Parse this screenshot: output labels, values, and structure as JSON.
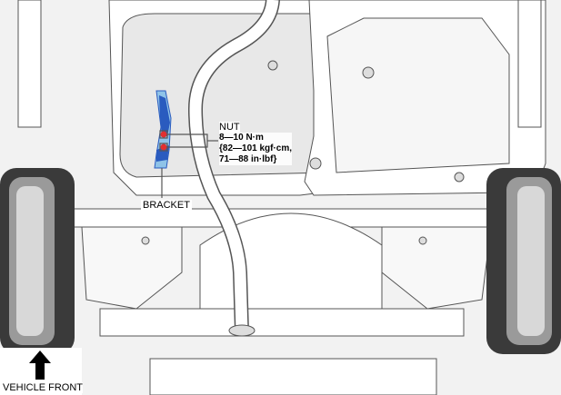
{
  "callouts": {
    "nut": {
      "label": "NUT",
      "torque_lines": [
        "8—10 N·m",
        "{82—101 kgf·cm,",
        "71—88 in·lbf}"
      ]
    },
    "bracket": {
      "label": "BRACKET"
    }
  },
  "orientation": {
    "label": "VEHICLE FRONT",
    "icon": "arrow-up-icon"
  },
  "colors": {
    "bracket": "#2a5bbf",
    "bracket_light": "#8fc3e8",
    "nut": "#e03030"
  }
}
